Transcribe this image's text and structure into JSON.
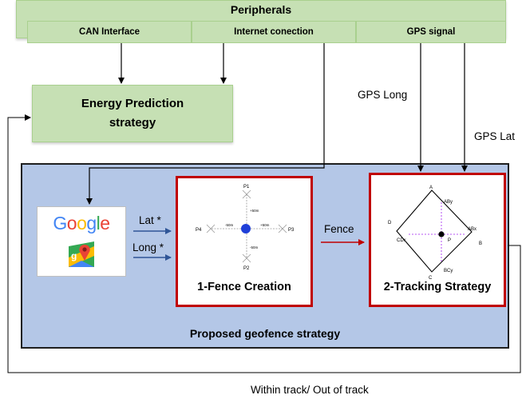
{
  "peripherals": {
    "title": "Peripherals",
    "items": [
      "CAN Interface",
      "Internet conection",
      "GPS signal"
    ]
  },
  "energy": {
    "line1": "Energy Prediction",
    "line2": "strategy"
  },
  "labels": {
    "gps_long": "GPS Long",
    "gps_lat": "GPS Lat",
    "lat": "Lat *",
    "long": "Long *",
    "fence": "Fence",
    "feedback": "Within track/ Out of track"
  },
  "google": {
    "logo_text": "Google",
    "logo_colors": [
      "#4285F4",
      "#EA4335",
      "#FBBC05",
      "#4285F4",
      "#34A853",
      "#EA4335"
    ]
  },
  "fence_creation": {
    "title": "1-Fence Creation",
    "points": [
      "P1",
      "P2",
      "P3",
      "P4"
    ],
    "offsets": [
      "+50m",
      "-50m",
      "+50m",
      "-50m"
    ]
  },
  "tracking": {
    "title": "2-Tracking Strategy",
    "vertices": [
      "A",
      "B",
      "C",
      "D",
      "P"
    ],
    "projections": [
      "ABy",
      "ABx",
      "BCy",
      "CDx"
    ]
  },
  "geofence": {
    "title": "Proposed geofence strategy"
  },
  "colors": {
    "panel": "#b4c7e7",
    "frame": "#c00000",
    "accent_arrow": "#2f5597",
    "fence_arrow": "#c00000",
    "green": "#c6e0b4"
  }
}
